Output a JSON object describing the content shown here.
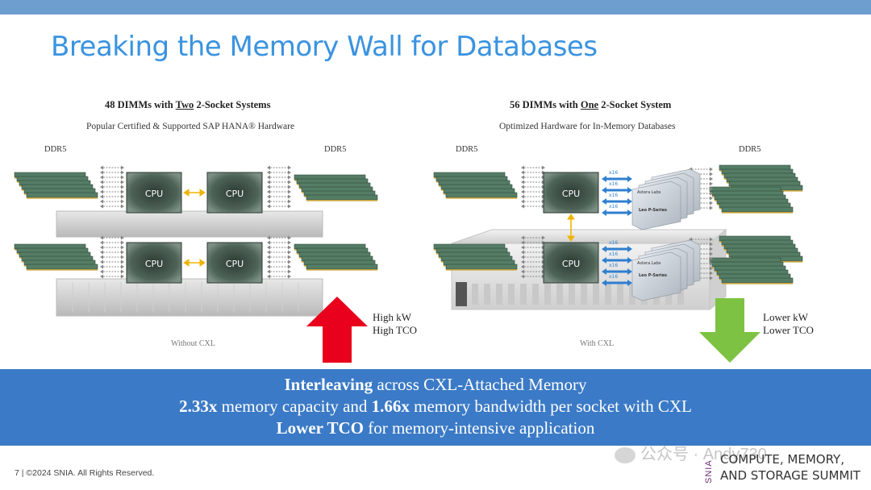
{
  "title": "Breaking the Memory Wall for Databases",
  "left": {
    "heading_pre": "48 DIMMs with ",
    "heading_u": "Two",
    "heading_post": " 2-Socket Systems",
    "subheading": "Popular Certified & Supported SAP HANA® Hardware",
    "ddr_left": "DDR5",
    "ddr_right": "DDR5",
    "cpu_label": "CPU",
    "caption": "Without CXL",
    "note_line1": "High kW",
    "note_line2": "High TCO",
    "arrow_color": "#e8001c"
  },
  "right": {
    "heading_pre": "56 DIMMs with ",
    "heading_u": "One",
    "heading_post": " 2-Socket System",
    "subheading": "Optimized Hardware for In-Memory Databases",
    "ddr_left": "DDR5",
    "ddr_right": "DDR5",
    "cpu_label": "CPU",
    "link_label": "x16",
    "card_brand": "Astera Labs",
    "card_model": "Leo P-Series",
    "caption": "With CXL",
    "note_line1": "Lower kW",
    "note_line2": "Lower TCO",
    "arrow_color": "#7dc242"
  },
  "banner": {
    "line1_bold": "Interleaving",
    "line1_rest": " across CXL-Attached Memory",
    "line2_b1": "2.33x",
    "line2_m": " memory capacity and ",
    "line2_b2": "1.66x",
    "line2_rest": " memory bandwidth per socket with CXL",
    "line3_bold": "Lower TCO",
    "line3_rest": " for memory-intensive application"
  },
  "footer": "7 | ©2024 SNIA. All Rights Reserved.",
  "logo": {
    "mark": "SNIA",
    "line1": "COMPUTE, MEMORY,",
    "line2": "AND STORAGE SUMMIT"
  },
  "watermark": "公众号 · Andy730",
  "colors": {
    "title": "#3a93e0",
    "banner": "#3b7ac6",
    "topbar": "#6d9ecf",
    "dimm": "#4f7a62",
    "cpu": "#3f5146"
  }
}
